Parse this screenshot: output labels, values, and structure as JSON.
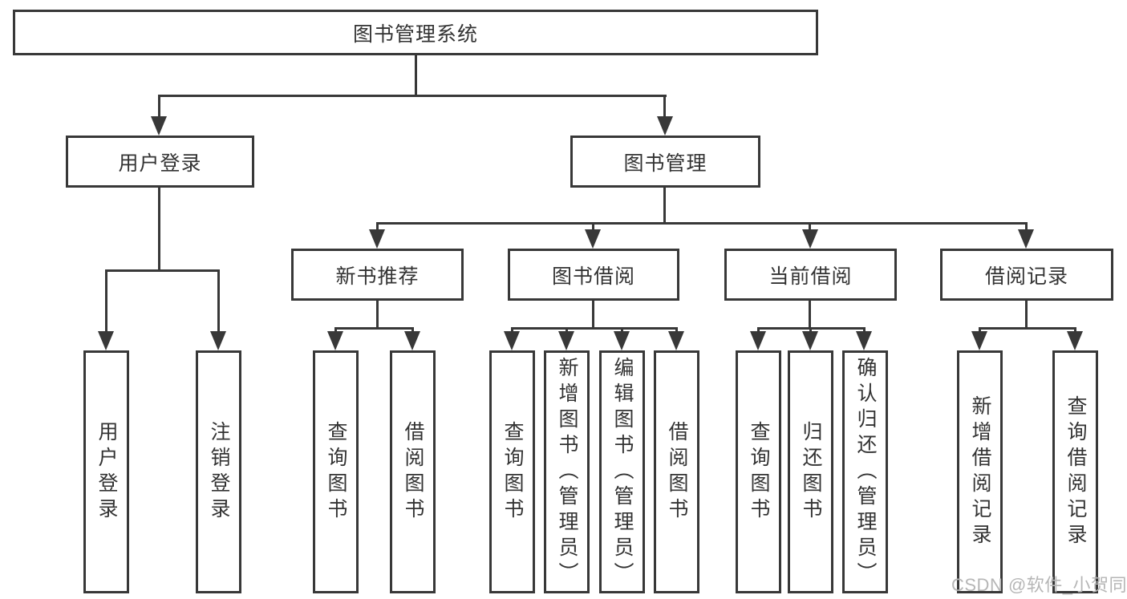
{
  "tree": {
    "label": "图书管理系统",
    "children": [
      {
        "label": "用户登录",
        "children": [
          {
            "label": "用户登录"
          },
          {
            "label": "注销登录"
          }
        ]
      },
      {
        "label": "图书管理",
        "children": [
          {
            "label": "新书推荐",
            "children": [
              {
                "label": "查询图书"
              },
              {
                "label": "借阅图书"
              }
            ]
          },
          {
            "label": "图书借阅",
            "children": [
              {
                "label": "查询图书"
              },
              {
                "label": "新增图书（管理员）"
              },
              {
                "label": "编辑图书（管理员）"
              },
              {
                "label": "借阅图书"
              }
            ]
          },
          {
            "label": "当前借阅",
            "children": [
              {
                "label": "查询图书"
              },
              {
                "label": "归还图书"
              },
              {
                "label": "确认归还（管理员）"
              }
            ]
          },
          {
            "label": "借阅记录",
            "children": [
              {
                "label": "新增借阅记录"
              },
              {
                "label": "查询借阅记录"
              }
            ]
          }
        ]
      }
    ]
  },
  "watermark": {
    "text": "CSDN @软件_小贺同学",
    "color": "#b6b6b6"
  },
  "colors": {
    "line": "#383838",
    "text": "#333333",
    "background": "#ffffff"
  }
}
